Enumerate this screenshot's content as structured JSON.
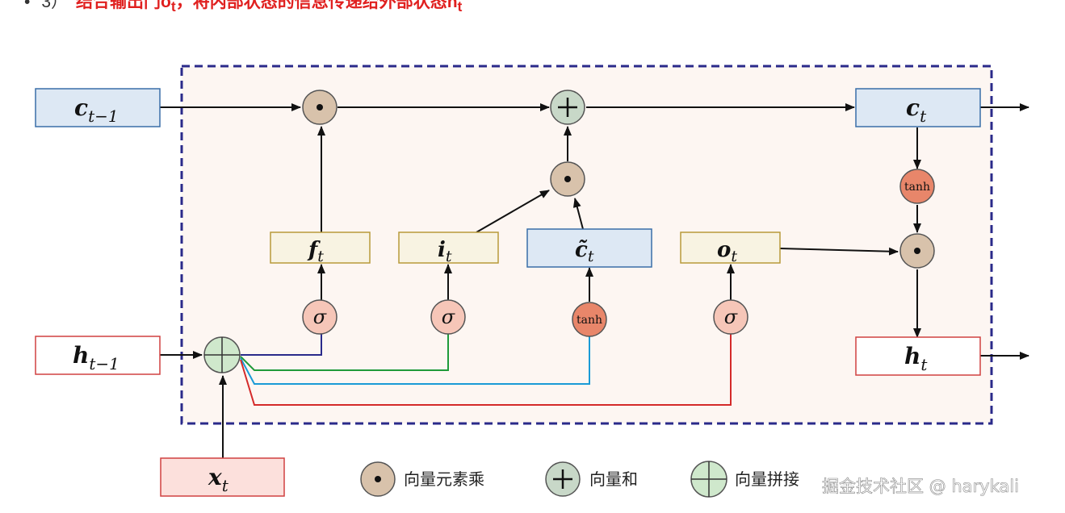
{
  "header": {
    "bullet": "•",
    "number": "3）",
    "text": "结合输出门o",
    "sub1": "t",
    "text2": "，将内部状态的信息传递给外部状态h",
    "sub2": "t"
  },
  "diagram": {
    "inputs": {
      "c_prev": {
        "main": "c",
        "sub": "t−1"
      },
      "h_prev": {
        "main": "h",
        "sub": "t−1"
      },
      "x": {
        "main": "x",
        "sub": "t"
      }
    },
    "gates": {
      "f": {
        "main": "f",
        "sub": "t"
      },
      "i": {
        "main": "i",
        "sub": "t"
      },
      "c_tilde": {
        "main": "c̃",
        "sub": "t"
      },
      "o": {
        "main": "o",
        "sub": "t"
      }
    },
    "outputs": {
      "c": {
        "main": "c",
        "sub": "t"
      },
      "h": {
        "main": "h",
        "sub": "t"
      }
    },
    "ops": {
      "sigma": "σ",
      "tanh": "tanh",
      "dot": "•",
      "plus": "+"
    },
    "colors": {
      "f_line": "#2a2a8a",
      "i_line": "#1f9a3a",
      "c_line": "#1a9ad6",
      "o_line": "#d42a2a",
      "frame": "#2a2a8a"
    }
  },
  "legend": {
    "dot_label": "向量元素乘",
    "plus_label": "向量和",
    "concat_label": "向量拼接"
  },
  "watermark": "掘金技术社区 @ harykali"
}
